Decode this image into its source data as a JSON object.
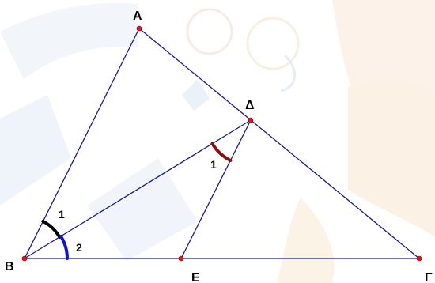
{
  "figure": {
    "vertices": {
      "A": "Α",
      "B": "Β",
      "D": "Δ",
      "E": "Ε",
      "G": "Γ"
    },
    "angle_labels": {
      "B1": "1",
      "B2": "2",
      "D1": "1"
    },
    "colors": {
      "line": "#1a1a8c",
      "point": "#e8141b",
      "angle_b1": "#000000",
      "angle_b2": "#1010e0",
      "angle_d1": "#8b1010",
      "background_watermark": "#dbe6f3"
    }
  }
}
